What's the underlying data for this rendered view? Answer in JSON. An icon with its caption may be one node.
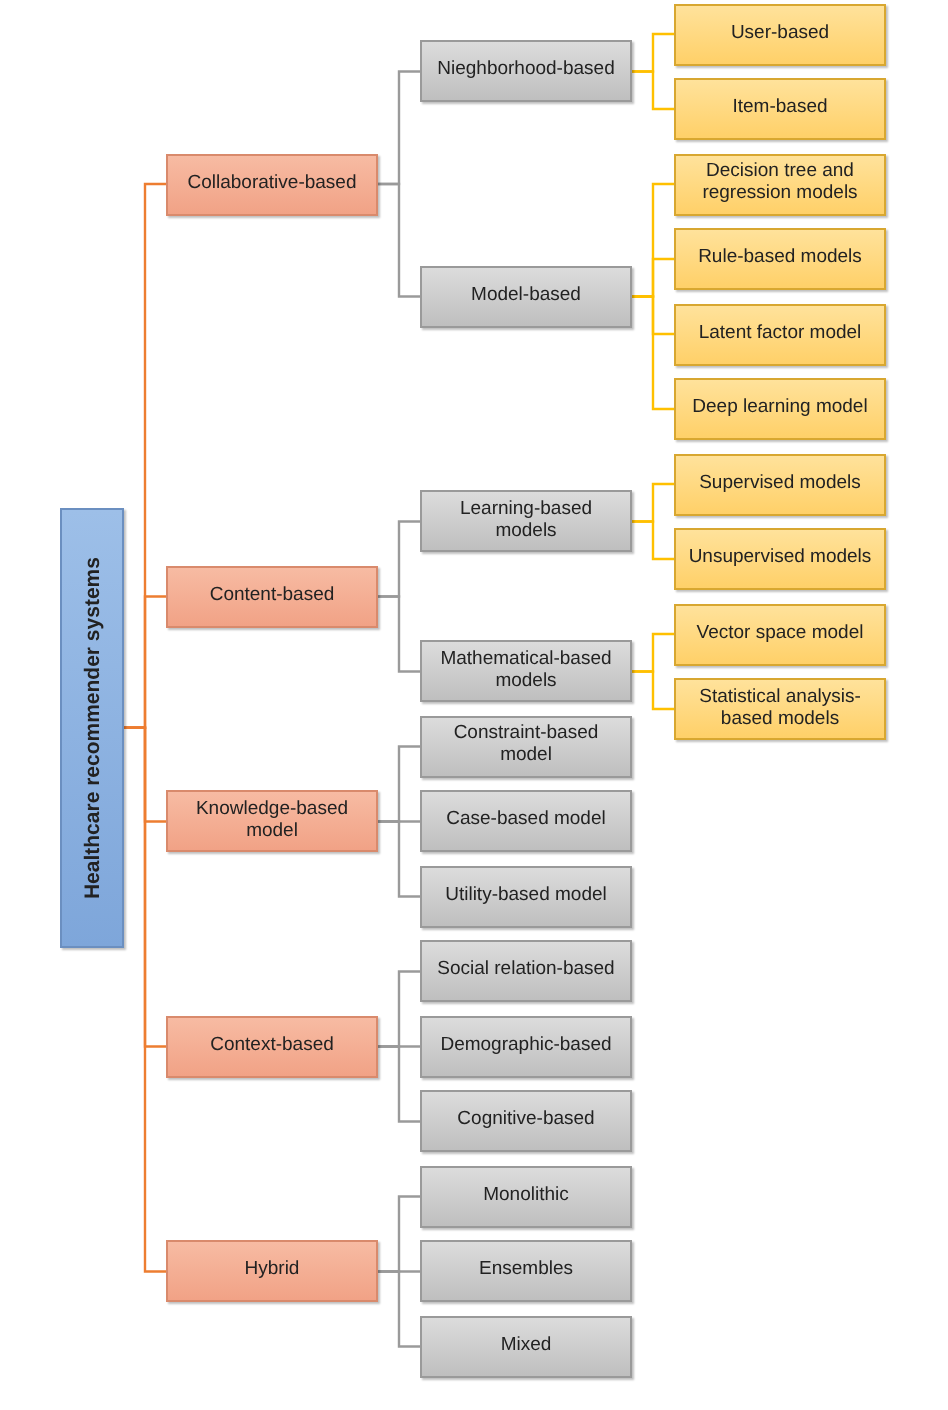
{
  "diagram": {
    "nodes": [
      {
        "text": [
          "Healthcare recommender systems"
        ]
      },
      {
        "text": [
          "Collaborative-based"
        ]
      },
      {
        "text": [
          "Nieghborhood-based"
        ]
      },
      {
        "text": [
          "User-based"
        ]
      },
      {
        "text": [
          "Item-based"
        ]
      },
      {
        "text": [
          "Model-based"
        ]
      },
      {
        "text": [
          "Decision tree and regression models"
        ]
      },
      {
        "text": [
          "Rule-based models"
        ]
      },
      {
        "text": [
          "Latent factor model"
        ]
      },
      {
        "text": [
          "Deep learning model"
        ]
      },
      {
        "text": [
          "Content-based"
        ]
      },
      {
        "text": [
          "Learning-based models"
        ]
      },
      {
        "text": [
          "Supervised models"
        ]
      },
      {
        "text": [
          "Unsupervised models"
        ]
      },
      {
        "text": [
          "Mathematical-based models"
        ]
      },
      {
        "text": [
          "Vector space model"
        ]
      },
      {
        "text": [
          "Statistical analysis-based models"
        ]
      },
      {
        "text": [
          "Knowledge-based model"
        ]
      },
      {
        "text": [
          "Constraint-based model"
        ]
      },
      {
        "text": [
          "Case-based model"
        ]
      },
      {
        "text": [
          "Utility-based model"
        ]
      },
      {
        "text": [
          "Context-based"
        ]
      },
      {
        "text": [
          "Social relation-based"
        ]
      },
      {
        "text": [
          "Demographic-based"
        ]
      },
      {
        "text": [
          "Cognitive-based"
        ]
      },
      {
        "text": [
          "Hybrid"
        ]
      },
      {
        "text": [
          "Monolithic"
        ]
      },
      {
        "text": [
          "Ensembles"
        ]
      },
      {
        "text": [
          "Mixed"
        ]
      }
    ],
    "edges": [
      {
        "from": 0,
        "to": 1,
        "arrow": "none",
        "color": "#ed7d31"
      },
      {
        "from": 0,
        "to": 10,
        "arrow": "none",
        "color": "#ed7d31"
      },
      {
        "from": 0,
        "to": 17,
        "arrow": "none",
        "color": "#ed7d31"
      },
      {
        "from": 0,
        "to": 21,
        "arrow": "none",
        "color": "#ed7d31"
      },
      {
        "from": 0,
        "to": 25,
        "arrow": "none",
        "color": "#ed7d31"
      },
      {
        "from": 1,
        "to": 2,
        "arrow": "none"
      },
      {
        "from": 1,
        "to": 5,
        "arrow": "none"
      },
      {
        "from": 2,
        "to": 3,
        "arrow": "none",
        "color": "#ffc000"
      },
      {
        "from": 2,
        "to": 4,
        "arrow": "none",
        "color": "#ffc000"
      },
      {
        "from": 5,
        "to": 6,
        "arrow": "none",
        "color": "#ffc000"
      },
      {
        "from": 5,
        "to": 7,
        "arrow": "none",
        "color": "#ffc000"
      },
      {
        "from": 5,
        "to": 8,
        "arrow": "none",
        "color": "#ffc000"
      },
      {
        "from": 5,
        "to": 9,
        "arrow": "none",
        "color": "#ffc000"
      },
      {
        "from": 10,
        "to": 11,
        "arrow": "none"
      },
      {
        "from": 10,
        "to": 14,
        "arrow": "none"
      },
      {
        "from": 11,
        "to": 12,
        "arrow": "none",
        "color": "#ffc000"
      },
      {
        "from": 11,
        "to": 13,
        "arrow": "none",
        "color": "#ffc000"
      },
      {
        "from": 14,
        "to": 15,
        "arrow": "none",
        "color": "#ffc000"
      },
      {
        "from": 14,
        "to": 16,
        "arrow": "none",
        "color": "#ffc000"
      },
      {
        "from": 17,
        "to": 18,
        "arrow": "none"
      },
      {
        "from": 17,
        "to": 19,
        "arrow": "none"
      },
      {
        "from": 17,
        "to": 20,
        "arrow": "none"
      },
      {
        "from": 21,
        "to": 22,
        "arrow": "none"
      },
      {
        "from": 21,
        "to": 23,
        "arrow": "none"
      },
      {
        "from": 21,
        "to": 24,
        "arrow": "none"
      },
      {
        "from": 25,
        "to": 26,
        "arrow": "none"
      },
      {
        "from": 25,
        "to": 27,
        "arrow": "none"
      },
      {
        "from": 25,
        "to": 28,
        "arrow": "none"
      }
    ]
  }
}
